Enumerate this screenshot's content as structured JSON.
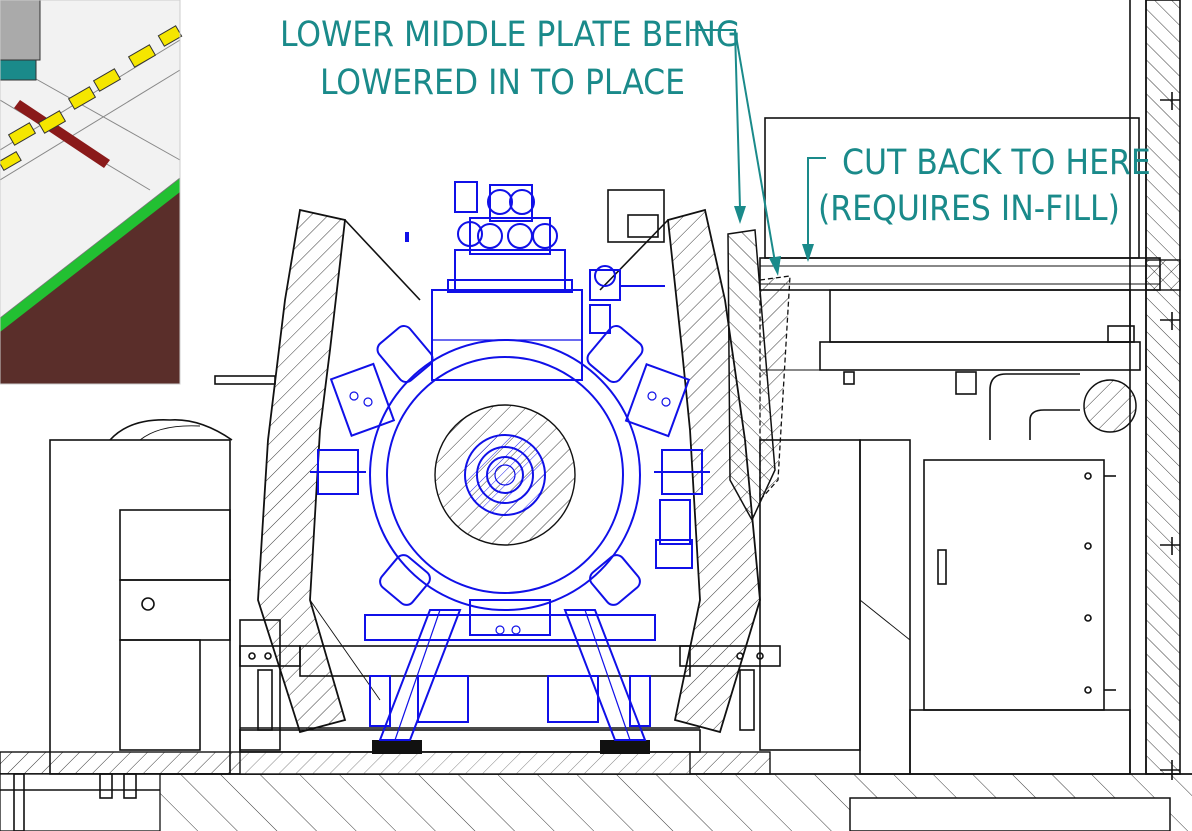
{
  "callouts": {
    "plate_line1": "LOWER MIDDLE PLATE BEING",
    "plate_line2": "LOWERED IN TO PLACE",
    "cut_line1": "CUT BACK TO HERE",
    "cut_line2": "(REQUIRES IN-FILL)"
  },
  "colors": {
    "annotation": "#1a8a8a",
    "cryostat": "#1010e8",
    "structure": "#111111",
    "inset_floor": "#5a2e2a",
    "inset_edge": "#22c032",
    "inset_markers": "#f5e600"
  },
  "inset": {
    "description_icon": "isometric-floor-inset"
  }
}
